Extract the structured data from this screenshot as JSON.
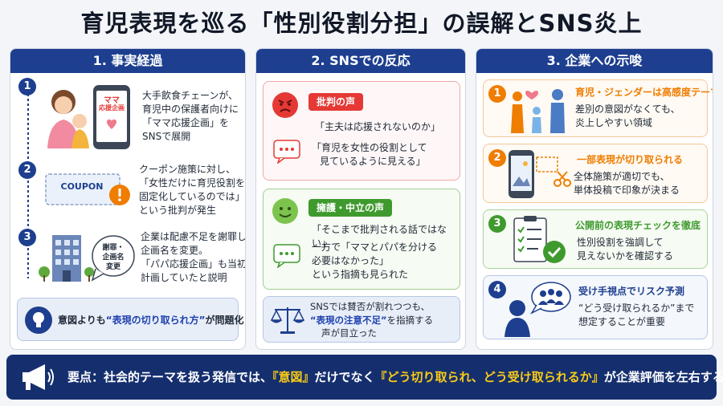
{
  "title": "育児表現を巡る「性別役割分担」の誤解とSNS炎上",
  "columns": {
    "c1": {
      "header": "1. 事実経過",
      "step1": {
        "num": "1",
        "sign_l1": "ママ",
        "sign_l2": "応援企画",
        "lines": [
          "大手飲食チェーンが、",
          "育児中の保護者向けに",
          "「ママ応援企画」を",
          "SNSで展開"
        ]
      },
      "step2": {
        "num": "2",
        "coupon": "COUPON",
        "lines": [
          "クーポン施策に対し、",
          "「女性だけに育児役割を",
          "固定化しているのでは」",
          "という批判が発生"
        ]
      },
      "step3": {
        "num": "3",
        "bubble_l1": "謝罪・",
        "bubble_l2": "企画名",
        "bubble_l3": "変更",
        "lines": [
          "企業は配慮不足を謝罪し",
          "企画名を変更。",
          "「パパ応援企画」も当初から",
          "計画していたと説明"
        ]
      },
      "note": {
        "pre": "意図よりも",
        "em": "“表現の切り取られ方”",
        "post": "が問題化"
      }
    },
    "c2": {
      "header": "2. SNSでの反応",
      "critical": {
        "label": "批判の声",
        "quote1": "「主夫は応援されないのか」",
        "quote2_l1": "「育児を女性の役割として",
        "quote2_l2": "見ているように見える」"
      },
      "support": {
        "label": "擁護・中立の声",
        "quote1": "「そこまで批判される話ではない」",
        "quote2_l1": "一方で「ママとパパを分ける",
        "quote2_l2": "必要はなかった」",
        "quote2_l3": "という指摘も見られた"
      },
      "note": {
        "l1": "SNSでは賛否が割れつつも、",
        "l2_em": "“表現の注意不足”",
        "l2_post": "を指摘する",
        "l3": "声が目立った"
      }
    },
    "c3": {
      "header": "3. 企業への示唆",
      "i1": {
        "num": "1",
        "title": "育児・ジェンダーは高感度テーマ",
        "l1": "差別の意図がなくても、",
        "l2": "炎上しやすい領域"
      },
      "i2": {
        "num": "2",
        "title": "一部表現が切り取られる",
        "l1": "全体施策が適切でも、",
        "l2": "単体投稿で印象が決まる"
      },
      "i3": {
        "num": "3",
        "title": "公開前の表現チェックを徹底",
        "l1": "性別役割を強調して",
        "l2": "見えないかを確認する"
      },
      "i4": {
        "num": "4",
        "title": "受け手視点でリスク予測",
        "l1": "“どう受け取られるか”まで",
        "l2": "想定することが重要"
      }
    }
  },
  "banner": {
    "prefix": "要点：社会的テーマを扱う発信では、",
    "h1": "『意図』",
    "mid": "だけでなく",
    "h2": "『どう切り取られ、どう受け取られるか』",
    "suffix": "が企業評価を左右する"
  },
  "colors": {
    "navy": "#1e3f8f",
    "red": "#e53935",
    "green": "#3f9a2e",
    "orange": "#ef7d00",
    "yellow": "#facc15"
  }
}
